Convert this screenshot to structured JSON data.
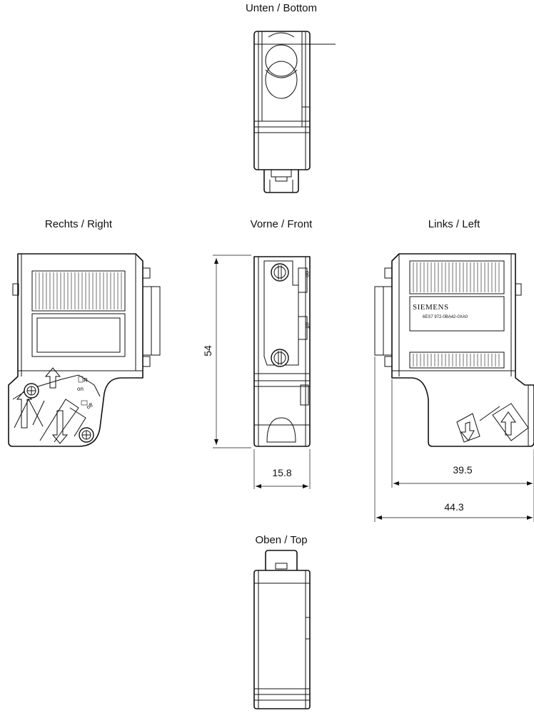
{
  "views": {
    "bottom": "Unten / Bottom",
    "right": "Rechts / Right",
    "front": "Vorne / Front",
    "left": "Links / Left",
    "top": "Oben / Top"
  },
  "dimensions": {
    "height": "54",
    "front_width": "15.8",
    "body_width": "39.5",
    "overall_width": "44.3"
  },
  "switch_labels": {
    "r": "R",
    "on": "on",
    "off": "off"
  },
  "product": {
    "brand": "SIEMENS",
    "part_number": "6ES7 972-0BA42-0XA0"
  }
}
